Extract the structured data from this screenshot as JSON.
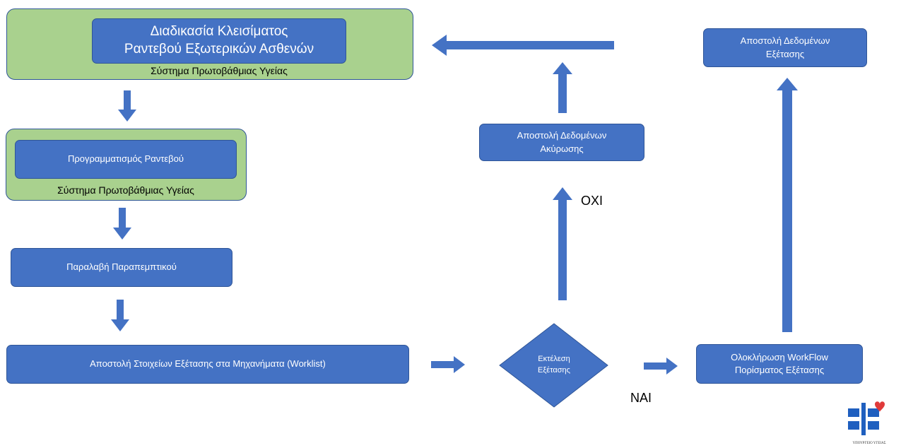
{
  "colors": {
    "box_fill": "#4472c4",
    "box_border": "#2f5597",
    "container_fill": "#a9d18e",
    "arrow": "#4472c4",
    "text_on_box": "#ffffff"
  },
  "nodes": {
    "closing_process": {
      "line1": "Διαδικασία Κλεισίματος",
      "line2": "Ραντεβού Εξωτερικών Ασθενών",
      "system": "Σύστημα Πρωτοβάθμιας Υγείας"
    },
    "scheduling": {
      "label": "Προγραμματισμός Ραντεβού",
      "system": "Σύστημα Πρωτοβάθμιας Υγείας"
    },
    "referral": {
      "label": "Παραλαβή Παραπεμπτικού"
    },
    "worklist": {
      "label": "Αποστολή Στοιχείων Εξέτασης στα Μηχανήματα (Worklist)"
    },
    "execution": {
      "line1": "Εκτέλεση",
      "line2": "Εξέτασης"
    },
    "cancel_data": {
      "line1": "Αποστολή Δεδομένων",
      "line2": "Ακύρωσης"
    },
    "workflow": {
      "line1": "Ολοκλήρωση WorkFlow",
      "line2": "Πορίσματος Εξέτασης"
    },
    "exam_data": {
      "line1": "Αποστολή Δεδομένων",
      "line2": "Εξέτασης"
    }
  },
  "edge_labels": {
    "no": "ΟΧΙ",
    "yes": "ΝΑΙ"
  },
  "logo": {
    "caption": "ΥΠΟΥΡΓΕΙΟ ΥΓΕΙΑΣ",
    "icon": "ministry-of-health-logo"
  }
}
